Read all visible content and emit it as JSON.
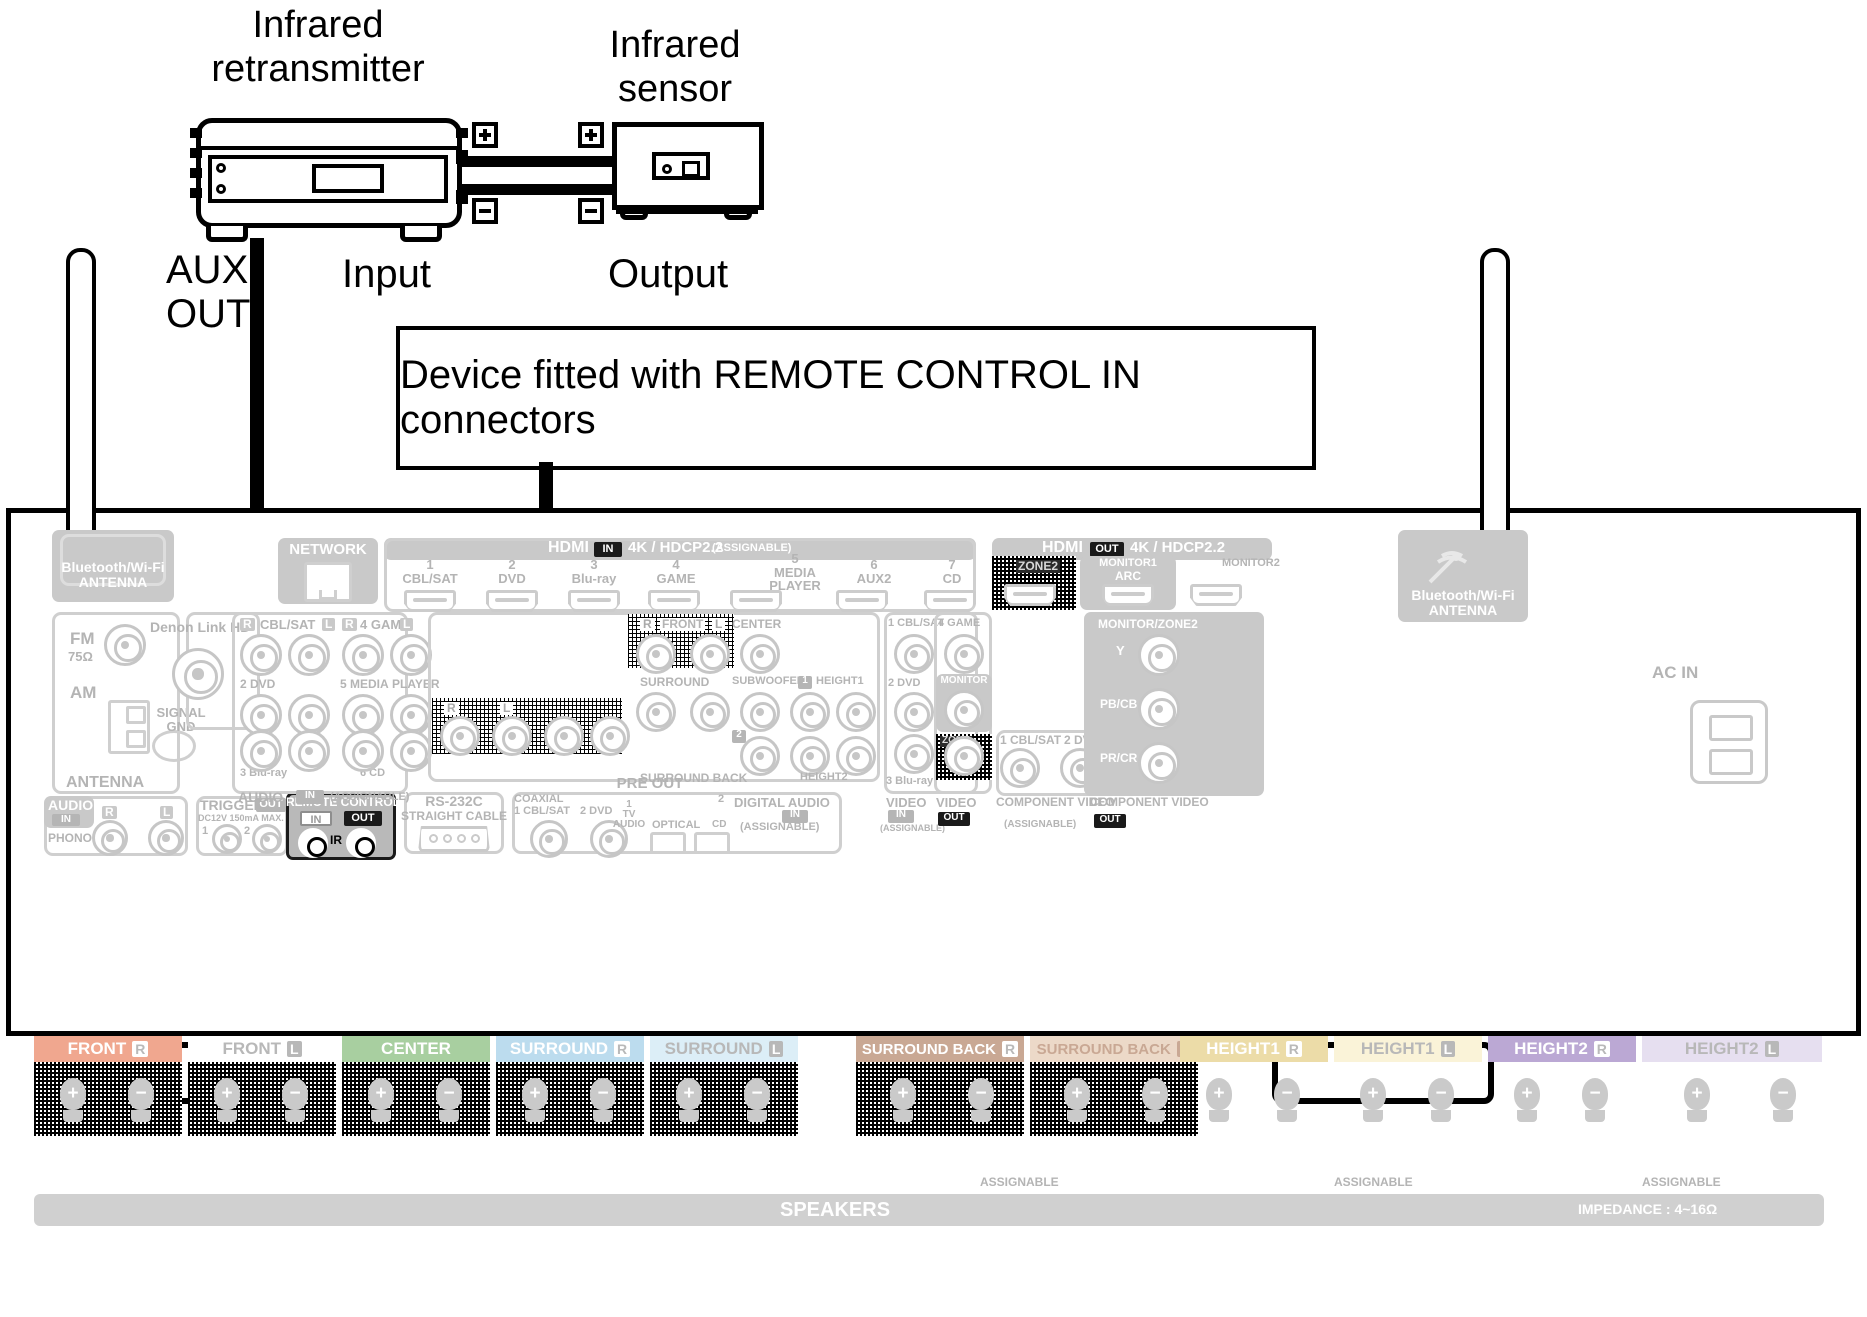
{
  "diagram": {
    "labels": {
      "infrared_retransmitter": "Infrared\nretransmitter",
      "infrared_sensor": "Infrared\nsensor",
      "aux_out": "AUX\nOUT",
      "input": "Input",
      "output": "Output",
      "note_box": "Device fitted with REMOTE CONTROL IN connectors"
    },
    "terminal_symbols": {
      "plus": "+",
      "minus": "-"
    }
  },
  "receiver": {
    "left_section": {
      "bluetooth_antenna": "Bluetooth/Wi-Fi\nANTENNA",
      "fm": "FM",
      "fm_impedance": "75Ω",
      "am": "AM",
      "antenna_label": "ANTENNA",
      "signal_gnd": "SIGNAL\nGND",
      "denon_link": "Denon Link HD",
      "audio": "AUDIO",
      "audio_in_badge": "IN",
      "phono": "PHONO",
      "phono_r": "R",
      "phono_l": "L"
    },
    "trigger": {
      "title": "TRIGGER",
      "out_badge": "OUT",
      "spec": "DC12V 150mA MAX.",
      "port1": "1",
      "port2": "2"
    },
    "remote_control": {
      "title": "REMOTE CONTROL",
      "in_badge": "IN",
      "out_badge": "OUT",
      "ir_label": "IR"
    },
    "rs232c": {
      "title": "RS-232C",
      "subtitle": "STRAIGHT CABLE"
    },
    "network": {
      "title": "NETWORK"
    },
    "hdmi_in": {
      "title": "HDMI",
      "in_badge": "IN",
      "spec": "4K / HDCP2.2",
      "assignable": "(ASSIGNABLE)",
      "ports": [
        {
          "num": "1",
          "name": "CBL/SAT"
        },
        {
          "num": "2",
          "name": "DVD"
        },
        {
          "num": "3",
          "name": "Blu-ray"
        },
        {
          "num": "4",
          "name": "GAME"
        },
        {
          "num": "5",
          "name": "MEDIA\nPLAYER"
        },
        {
          "num": "6",
          "name": "AUX2"
        },
        {
          "num": "7",
          "name": "CD"
        }
      ]
    },
    "hdmi_out": {
      "title": "HDMI",
      "out_badge": "OUT",
      "spec": "4K / HDCP2.2",
      "zone2": "ZONE2",
      "monitor1": "MONITOR1",
      "arc": "ARC",
      "monitor2": "MONITOR2"
    },
    "audio_in_analog": {
      "title": "AUDIO",
      "in_badge": "IN",
      "assignable": "(ASSIGNABLE)",
      "rows": [
        {
          "r": "R",
          "name": "1 CBL/SAT",
          "l": "L"
        },
        {
          "r": "R",
          "name": "4 GAME",
          "l": "L"
        },
        {
          "r": "R",
          "name": "2 DVD",
          "l": "L"
        },
        {
          "r": "R",
          "name": "5 MEDIA",
          "l": "L"
        },
        {
          "r": "R",
          "name": "PLAYER",
          "l": "L"
        },
        {
          "r": "R",
          "name": "3 Blu-ray",
          "l": "L"
        },
        {
          "r": "R",
          "name": "6 CD",
          "l": "L"
        }
      ],
      "labels": [
        "CBL/SAT",
        "4 GAME",
        "2 DVD",
        "5 MEDIA",
        "PLAYER",
        "3 Blu-ray",
        "6 CD"
      ]
    },
    "pre_out": {
      "title": "PRE OUT",
      "front": "FRONT",
      "center": "CENTER",
      "surround": "SURROUND",
      "subwoofer": "SUBWOOFER",
      "sub1_badge": "1",
      "sub2_badge": "2",
      "height1": "HEIGHT1",
      "height2": "HEIGHT2",
      "surround_back": "SURROUND BACK",
      "r": "R",
      "l": "L"
    },
    "digital_audio": {
      "title": "DIGITAL AUDIO",
      "in_badge": "IN",
      "assignable": "(ASSIGNABLE)",
      "coaxial": "COAXIAL",
      "coax_1": "1 CBL/SAT",
      "coax_2": "2 DVD",
      "optical": "OPTICAL",
      "opt_1": "1",
      "opt_tv": "TV",
      "opt_audio": "AUDIO",
      "opt_2": "2",
      "opt_cd": "CD"
    },
    "video": {
      "in_title": "VIDEO",
      "in_badge": "IN",
      "assignable": "(ASSIGNABLE)",
      "out_title": "VIDEO",
      "out_badge": "OUT",
      "monitor": "MONITOR",
      "in_ports": [
        {
          "r": "1 CBL/SAT"
        },
        {
          "r": "4 GAME"
        },
        {
          "r": "2 DVD"
        },
        {
          "r": "3 Blu-ray"
        }
      ],
      "zone_label": "ZONE"
    },
    "component_video": {
      "in_title": "COMPONENT VIDEO",
      "in_assignable": "(ASSIGNABLE)",
      "out_title": "COMPONENT VIDEO",
      "out_badge": "OUT",
      "in_ports": [
        "1 CBL/SAT",
        "2 DVD"
      ],
      "monitor_zone2": "MONITOR/ZONE2",
      "y": "Y",
      "pb_cb": "PB/CB",
      "pr_cr": "PR/CR"
    },
    "right_section": {
      "bluetooth_antenna": "Bluetooth/Wi-Fi\nANTENNA",
      "ac_in": "AC IN"
    },
    "speakers": {
      "footer": "SPEAKERS",
      "impedance": "IMPEDANCE : 4~16Ω",
      "assignable": "ASSIGNABLE",
      "plus": "+",
      "minus": "−",
      "terminals": [
        {
          "name": "FRONT",
          "ch": "R",
          "color": "#f0a78f",
          "text": "#ffffff",
          "hatched": true
        },
        {
          "name": "FRONT",
          "ch": "L",
          "color": "#ffffff",
          "text": "#b8b8b8",
          "hatched": true
        },
        {
          "name": "CENTER",
          "ch": "",
          "color": "#a8cfa0",
          "text": "#ffffff",
          "hatched": true
        },
        {
          "name": "SURROUND",
          "ch": "R",
          "color": "#bcdcee",
          "text": "#ffffff",
          "hatched": true
        },
        {
          "name": "SURROUND",
          "ch": "L",
          "color": "#dceef7",
          "text": "#b8b8b8",
          "hatched": true
        },
        {
          "name": "SURROUND BACK",
          "ch": "R",
          "color": "#c9a894",
          "text": "#ffffff",
          "hatched": true
        },
        {
          "name": "SURROUND BACK",
          "ch": "L",
          "color": "#ecd9c8",
          "text": "#c9a894",
          "hatched": true
        },
        {
          "name": "HEIGHT1",
          "ch": "R",
          "color": "#ecdca8",
          "text": "#ffffff",
          "hatched": false
        },
        {
          "name": "HEIGHT1",
          "ch": "L",
          "color": "#faf3d8",
          "text": "#b8b8b8",
          "hatched": false
        },
        {
          "name": "HEIGHT2",
          "ch": "R",
          "color": "#bba8d4",
          "text": "#ffffff",
          "hatched": false
        },
        {
          "name": "HEIGHT2",
          "ch": "L",
          "color": "#e6dff0",
          "text": "#b8b8b8",
          "hatched": false
        }
      ]
    }
  },
  "colors": {
    "panel_grey": "#c9c9c9",
    "label_grey": "#b4b4b4",
    "outline_black": "#000000"
  }
}
